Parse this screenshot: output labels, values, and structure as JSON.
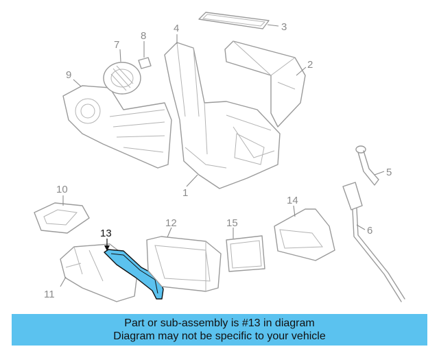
{
  "diagram": {
    "callouts": [
      "1",
      "2",
      "3",
      "4",
      "5",
      "6",
      "7",
      "8",
      "9",
      "10",
      "11",
      "12",
      "13",
      "14",
      "15"
    ],
    "highlighted_part": "13",
    "highlight_color": "#5bc2ef",
    "line_color": "#9a9a9a"
  },
  "banner": {
    "line1": "Part or sub-assembly is #13 in diagram",
    "line2": "Diagram may not be specific to your vehicle",
    "background": "#5bc2ef"
  }
}
